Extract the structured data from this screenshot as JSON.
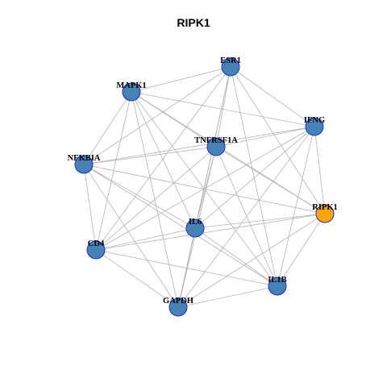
{
  "title": "RIPK1",
  "colors": {
    "node_default": "#4682b4",
    "node_highlight": "#ffa500",
    "node_border": "#1f2fc8",
    "edge": "#b3b3b3"
  },
  "network": {
    "highlight": "RIPK1",
    "nodes": [
      {
        "id": "ESR1"
      },
      {
        "id": "MAPK1"
      },
      {
        "id": "IFNG"
      },
      {
        "id": "TNFRSF1A"
      },
      {
        "id": "NFKBIA"
      },
      {
        "id": "RIPK1"
      },
      {
        "id": "IL6"
      },
      {
        "id": "CD4"
      },
      {
        "id": "IL1B"
      },
      {
        "id": "GAPDH"
      }
    ],
    "edges": [
      [
        "ESR1",
        "MAPK1"
      ],
      [
        "ESR1",
        "IFNG"
      ],
      [
        "ESR1",
        "TNFRSF1A"
      ],
      [
        "ESR1",
        "NFKBIA"
      ],
      [
        "ESR1",
        "RIPK1"
      ],
      [
        "ESR1",
        "IL6"
      ],
      [
        "ESR1",
        "CD4"
      ],
      [
        "ESR1",
        "IL1B"
      ],
      [
        "ESR1",
        "GAPDH"
      ],
      [
        "MAPK1",
        "IFNG"
      ],
      [
        "MAPK1",
        "TNFRSF1A"
      ],
      [
        "MAPK1",
        "NFKBIA"
      ],
      [
        "MAPK1",
        "RIPK1"
      ],
      [
        "MAPK1",
        "IL6"
      ],
      [
        "MAPK1",
        "CD4"
      ],
      [
        "MAPK1",
        "IL1B"
      ],
      [
        "MAPK1",
        "GAPDH"
      ],
      [
        "IFNG",
        "TNFRSF1A"
      ],
      [
        "IFNG",
        "NFKBIA"
      ],
      [
        "IFNG",
        "RIPK1"
      ],
      [
        "IFNG",
        "IL6"
      ],
      [
        "IFNG",
        "CD4"
      ],
      [
        "IFNG",
        "IL1B"
      ],
      [
        "IFNG",
        "GAPDH"
      ],
      [
        "TNFRSF1A",
        "NFKBIA"
      ],
      [
        "TNFRSF1A",
        "RIPK1"
      ],
      [
        "TNFRSF1A",
        "IL6"
      ],
      [
        "TNFRSF1A",
        "CD4"
      ],
      [
        "TNFRSF1A",
        "IL1B"
      ],
      [
        "TNFRSF1A",
        "GAPDH"
      ],
      [
        "NFKBIA",
        "RIPK1"
      ],
      [
        "NFKBIA",
        "IL6"
      ],
      [
        "NFKBIA",
        "CD4"
      ],
      [
        "NFKBIA",
        "IL1B"
      ],
      [
        "NFKBIA",
        "GAPDH"
      ],
      [
        "RIPK1",
        "IL6"
      ],
      [
        "RIPK1",
        "CD4"
      ],
      [
        "RIPK1",
        "IL1B"
      ],
      [
        "RIPK1",
        "GAPDH"
      ],
      [
        "IL6",
        "CD4"
      ],
      [
        "IL6",
        "IL1B"
      ],
      [
        "IL6",
        "GAPDH"
      ],
      [
        "CD4",
        "IL1B"
      ],
      [
        "CD4",
        "GAPDH"
      ],
      [
        "IL1B",
        "GAPDH"
      ]
    ]
  }
}
